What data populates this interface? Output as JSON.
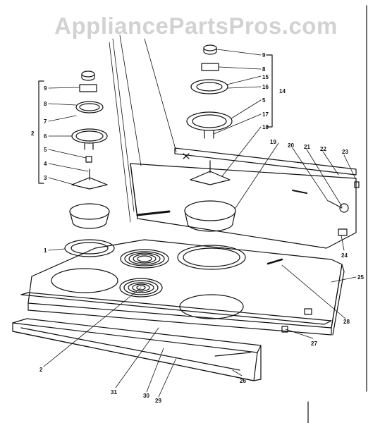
{
  "watermark": "AppliancePartsPros.com",
  "callouts": [
    {
      "id": "c9l",
      "text": "9"
    },
    {
      "id": "c8l",
      "text": "8"
    },
    {
      "id": "c7",
      "text": "7"
    },
    {
      "id": "c6",
      "text": "6"
    },
    {
      "id": "c5a",
      "text": "5"
    },
    {
      "id": "c4",
      "text": "4"
    },
    {
      "id": "c3",
      "text": "3"
    },
    {
      "id": "c2a",
      "text": "2"
    },
    {
      "id": "c1",
      "text": "1"
    },
    {
      "id": "c9r",
      "text": "9"
    },
    {
      "id": "c8r",
      "text": "8"
    },
    {
      "id": "c15",
      "text": "15"
    },
    {
      "id": "c16",
      "text": "16"
    },
    {
      "id": "c14",
      "text": "14"
    },
    {
      "id": "c5b",
      "text": "5"
    },
    {
      "id": "c17",
      "text": "17"
    },
    {
      "id": "c18",
      "text": "18"
    },
    {
      "id": "c19",
      "text": "19"
    },
    {
      "id": "c20",
      "text": "20"
    },
    {
      "id": "c21",
      "text": "21"
    },
    {
      "id": "c22",
      "text": "22"
    },
    {
      "id": "c23",
      "text": "23"
    },
    {
      "id": "c24",
      "text": "24"
    },
    {
      "id": "c25",
      "text": "25"
    },
    {
      "id": "c26",
      "text": "26"
    },
    {
      "id": "c27",
      "text": "27"
    },
    {
      "id": "c28",
      "text": "28"
    },
    {
      "id": "c2b",
      "text": "2"
    },
    {
      "id": "c31",
      "text": "31"
    },
    {
      "id": "c30",
      "text": "30"
    },
    {
      "id": "c29",
      "text": "29"
    }
  ]
}
